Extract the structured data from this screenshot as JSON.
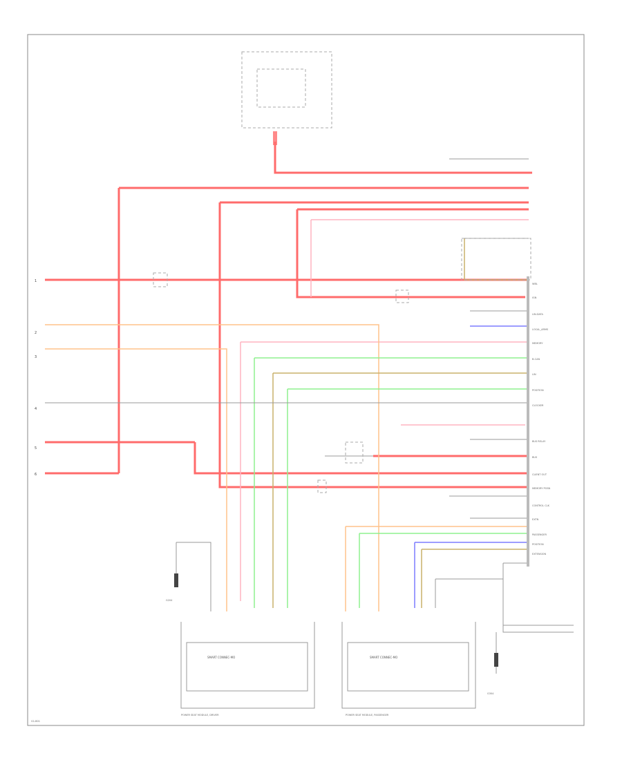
{
  "diagram": {
    "left_side_labels": [
      "1",
      "2",
      "3",
      "4",
      "5",
      "6"
    ],
    "seat_module_top_label": "SMART CONNEC-MO",
    "driver_module_label": "POWER SEAT MODULE, DRIVER",
    "passenger_module_label": "POWER SEAT MODULE, PASSENGER",
    "ground_left_label": "G204",
    "ground_right_label": "G304",
    "corner_label": "G1-B01",
    "pin_labels": [
      "WBL",
      "IGN",
      "LIN-DATA",
      "LOCAL_ARMS",
      "MEMORY",
      "B-CAN",
      "LIN",
      "POSITION",
      "CLOCKER",
      "BUS RELAY",
      "BUS",
      "CLIENT OUT",
      "MEMORY POSN",
      "CONTROL CLK",
      "EXTN",
      "PASSENGER",
      "POSITION",
      "EXTENSION"
    ],
    "colors": {
      "red": "#ff6b6b",
      "pink": "#ffb3c1",
      "orange": "#ffc28a",
      "green": "#8ef08e",
      "olive": "#c8b06a",
      "blue": "#7b7bff",
      "gray": "#999999"
    }
  }
}
